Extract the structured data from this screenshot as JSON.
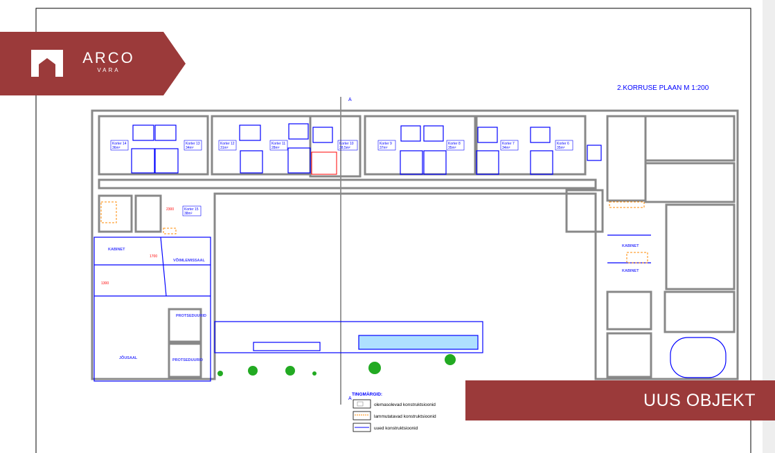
{
  "plan_title": "2.KORRUSE PLAAN  M 1:200",
  "section_marker": "A",
  "brand": {
    "name": "ARCO",
    "sub": "VARA",
    "color": "#9b3a3a"
  },
  "badge": "UUS OBJEKT",
  "apartments": [
    {
      "name": "Korter 14",
      "area": "36m²"
    },
    {
      "name": "Korter 13",
      "area": "34m²"
    },
    {
      "name": "Korter 12",
      "area": "31m²"
    },
    {
      "name": "Korter 11",
      "area": "28m²"
    },
    {
      "name": "Korter 10",
      "area": "38,5m²"
    },
    {
      "name": "Korter 9",
      "area": "37m²"
    },
    {
      "name": "Korter 8",
      "area": "35m²"
    },
    {
      "name": "Korter 7",
      "area": "34m²"
    },
    {
      "name": "Korter 6",
      "area": "35m²"
    },
    {
      "name": "Korter 15",
      "area": "38m²"
    }
  ],
  "rooms": {
    "kabinet": "KABINET",
    "voimlemissaal": "VÕIMLEMISSAAL",
    "protseduurid": "PROTSEDUURID",
    "jousaal": "JÕUSAAL"
  },
  "dimensions": {
    "d1": "2300",
    "d2": "1700",
    "d3": "1300"
  },
  "legend": {
    "title": "TINGMÄRGID:",
    "items": [
      "olemasolevad konstruktsioonid",
      "lammutatavad konstruktsioonid",
      "uued konstruktsioonid"
    ]
  }
}
